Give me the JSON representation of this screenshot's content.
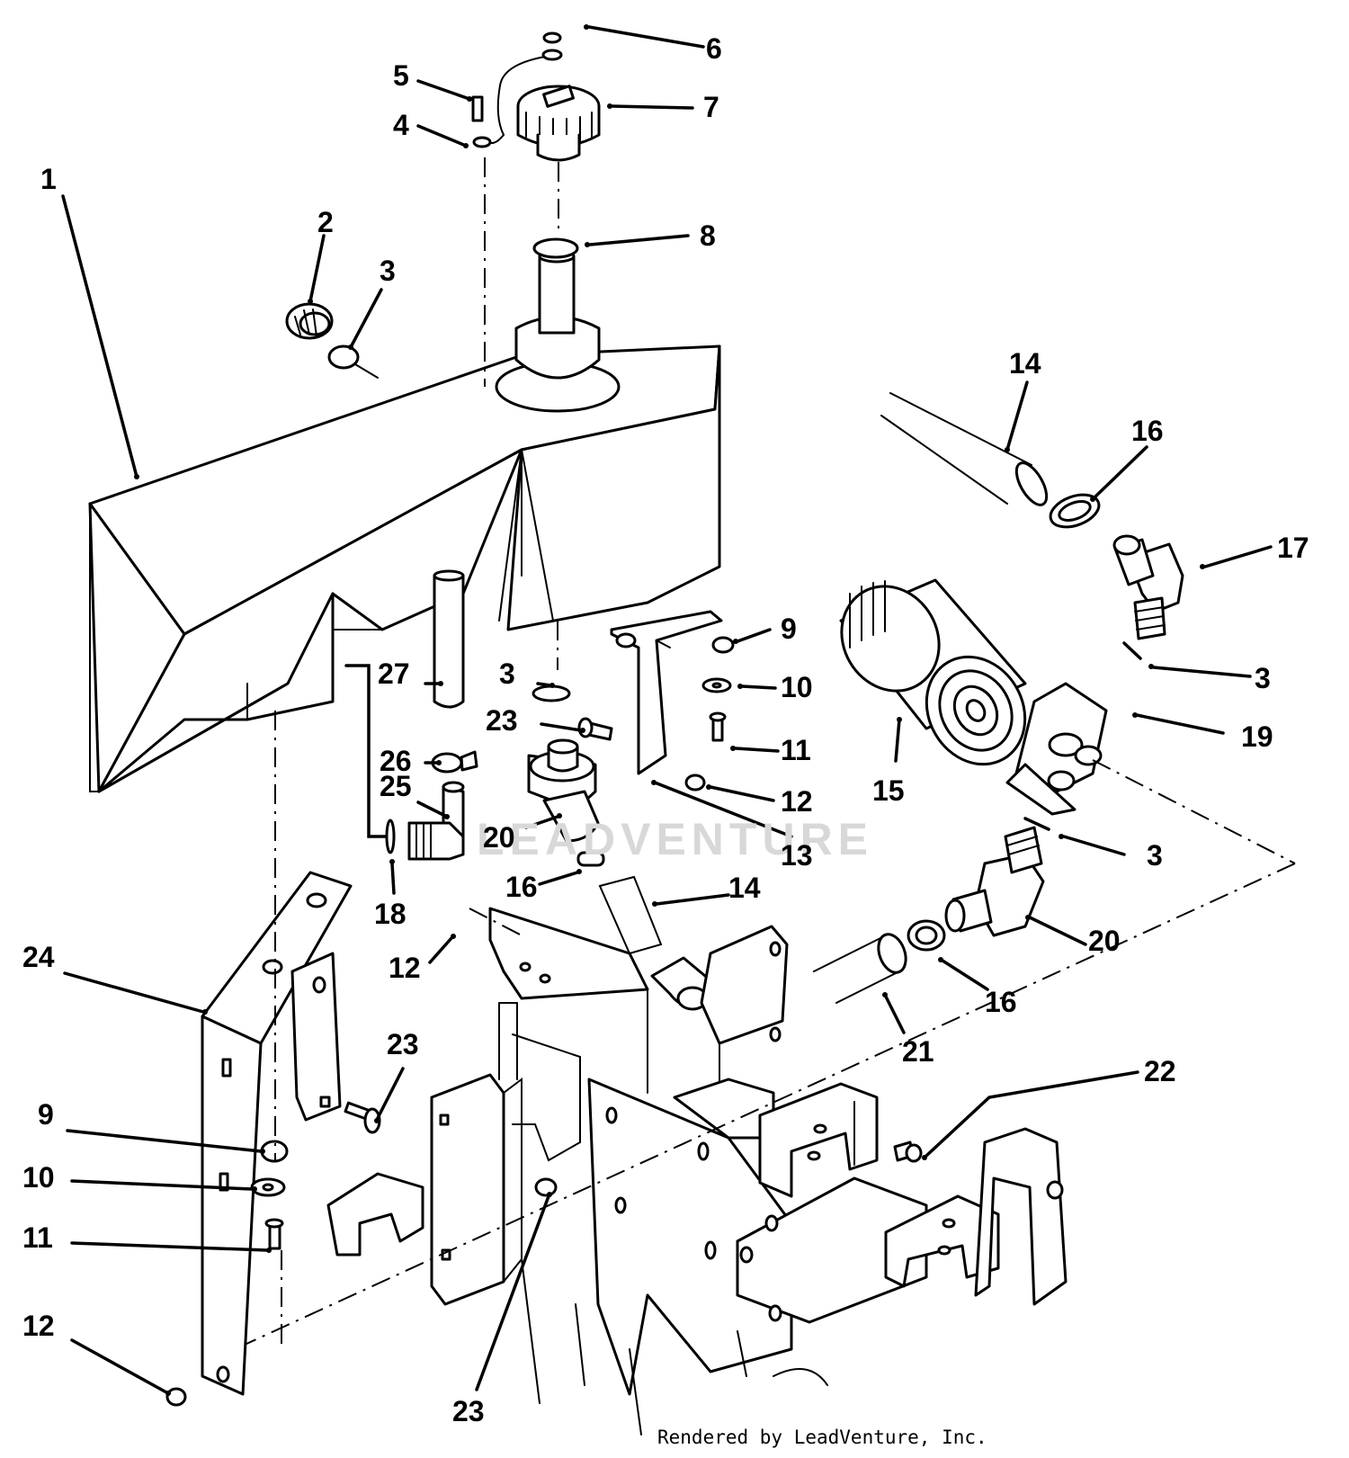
{
  "watermark": "LEADVENTURE",
  "credit": "Rendered by LeadVenture, Inc.",
  "callouts": [
    "1",
    "2",
    "3",
    "4",
    "5",
    "6",
    "7",
    "8",
    "3",
    "14",
    "16",
    "17",
    "9",
    "10",
    "11",
    "12",
    "13",
    "27",
    "3",
    "23",
    "26",
    "25",
    "20",
    "18",
    "16",
    "14",
    "15",
    "19",
    "3",
    "20",
    "16",
    "21",
    "24",
    "12",
    "23",
    "9",
    "10",
    "11",
    "12",
    "23",
    "22"
  ]
}
